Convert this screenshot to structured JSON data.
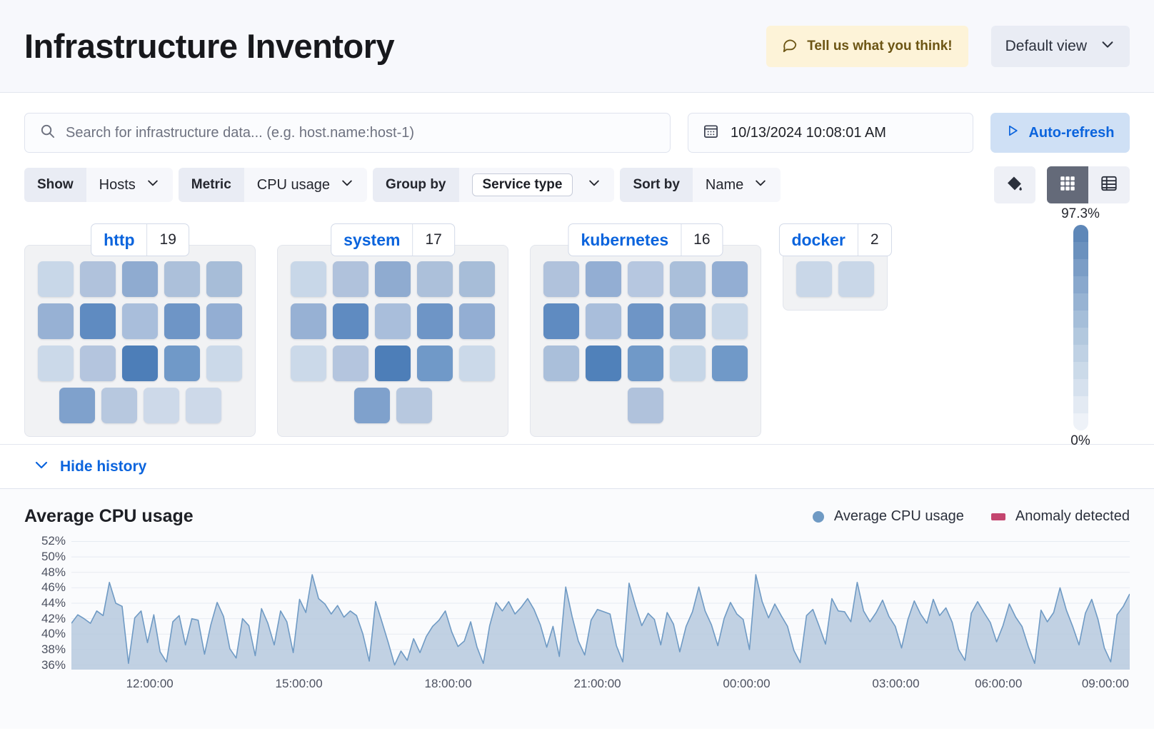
{
  "header": {
    "title": "Infrastructure Inventory",
    "feedback_label": "Tell us what you think!",
    "feedback_icon": "comment-icon",
    "view_label": "Default view",
    "view_icon": "chevron-down-icon"
  },
  "search": {
    "placeholder": "Search for infrastructure data... (e.g. host.name:host-1)",
    "value": "",
    "icon": "search-icon"
  },
  "datepicker": {
    "value": "10/13/2024 10:08:01 AM",
    "icon": "calendar-icon"
  },
  "refresh": {
    "label": "Auto-refresh",
    "icon": "play-icon"
  },
  "controls": [
    {
      "label": "Show",
      "value": "Hosts",
      "boxed": false
    },
    {
      "label": "Metric",
      "value": "CPU usage",
      "boxed": false
    },
    {
      "label": "Group by",
      "value": "Service type",
      "boxed": true
    },
    {
      "label": "Sort by",
      "value": "Name",
      "boxed": false
    }
  ],
  "toolbar_right": {
    "palette_icon": "color-fill-icon",
    "grid_view_icon": "grid-view-icon",
    "table_view_icon": "table-view-icon",
    "active_view": "grid"
  },
  "legend_scale": {
    "max": "97.3%",
    "min": "0%",
    "steps": [
      "#5e87b8",
      "#6b91be",
      "#7b9dc6",
      "#89a8cd",
      "#97b3d3",
      "#a5bed9",
      "#b2c8de",
      "#bfd1e4",
      "#cbdae9",
      "#d6e1ee",
      "#e3eaf3",
      "#eef2f8"
    ]
  },
  "groups": [
    {
      "name": "http",
      "count": "19",
      "rows": [
        [
          "#c8d7e8",
          "#b0c2dc",
          "#8fabd0",
          "#acc0da",
          "#a7bdd8"
        ],
        [
          "#97b1d4",
          "#5f8bc1",
          "#a9bedb",
          "#6e95c6",
          "#93aed3"
        ],
        [
          "#cbd9e9",
          "#b4c5de",
          "#4d7eb8",
          "#7099c8",
          "#cbd9e9"
        ],
        [
          "#7fa1cc",
          "#b7c8df",
          "#cdd9e9",
          "#cdd9e9"
        ]
      ]
    },
    {
      "name": "system",
      "count": "17",
      "rows": [
        [
          "#c8d7e8",
          "#b0c2dc",
          "#8fabd0",
          "#acc0da",
          "#a7bdd8"
        ],
        [
          "#97b1d4",
          "#5f8bc1",
          "#a9bedb",
          "#6e95c6",
          "#93aed3"
        ],
        [
          "#cbd9e9",
          "#b4c5de",
          "#4d7eb8",
          "#7099c8",
          "#cbd9e9"
        ],
        [
          "#7fa1cc",
          "#b7c8df"
        ]
      ]
    },
    {
      "name": "kubernetes",
      "count": "16",
      "rows": [
        [
          "#b0c2dc",
          "#93aed3",
          "#b6c7e0",
          "#aabfda",
          "#93aed3"
        ],
        [
          "#5f8bc1",
          "#a9bedb",
          "#6e95c6",
          "#8aa8ce",
          "#c8d7e8"
        ],
        [
          "#aabfda",
          "#5081ba",
          "#7099c8",
          "#c6d6e7",
          "#7099c8"
        ],
        [
          "#b0c2dc"
        ]
      ]
    },
    {
      "name": "docker",
      "count": "2",
      "rows": [
        [
          "#c9d7e8",
          "#c9d7e8"
        ]
      ]
    }
  ],
  "hide_history": {
    "label": "Hide history",
    "icon": "chevron-down-icon"
  },
  "chart_data": {
    "type": "area",
    "title": "Average CPU usage",
    "xlabel": "",
    "ylabel": "",
    "ylim": [
      35,
      53
    ],
    "grid": true,
    "legend_position": "top-right",
    "legend": [
      {
        "name": "Average CPU usage",
        "color": "#6f9ac4",
        "marker": "circle"
      },
      {
        "name": "Anomaly detected",
        "color": "#c4456f",
        "marker": "square"
      }
    ],
    "ytick_labels": [
      "52%",
      "50%",
      "48%",
      "46%",
      "44%",
      "42%",
      "40%",
      "38%",
      "36%"
    ],
    "ytick_values": [
      52,
      50,
      48,
      46,
      44,
      42,
      40,
      38,
      36
    ],
    "xtick_labels": [
      "12:00:00",
      "15:00:00",
      "18:00:00",
      "21:00:00",
      "00:00:00",
      "03:00:00",
      "06:00:00",
      "09:00:00"
    ],
    "xtick_positions": [
      0.074,
      0.215,
      0.356,
      0.497,
      0.638,
      0.779,
      0.876,
      0.977
    ],
    "series": [
      {
        "name": "Average CPU usage",
        "color": "#6f9ac4",
        "fill": "#b6c9de",
        "values": [
          41.4,
          42.5,
          42.0,
          41.4,
          43.0,
          42.4,
          46.7,
          44.0,
          43.6,
          36.2,
          42.1,
          43.0,
          38.9,
          42.5,
          37.7,
          36.4,
          41.6,
          42.4,
          38.6,
          42.0,
          41.8,
          37.4,
          41.2,
          44.1,
          42.3,
          38.1,
          36.9,
          42.0,
          41.1,
          37.2,
          43.3,
          41.4,
          38.6,
          43.0,
          41.6,
          37.6,
          44.5,
          42.8,
          47.7,
          44.6,
          43.9,
          42.6,
          43.7,
          42.2,
          43.0,
          42.4,
          40.0,
          36.5,
          44.2,
          41.6,
          38.9,
          36.0,
          37.8,
          36.6,
          39.4,
          37.6,
          39.7,
          41.0,
          41.8,
          43.0,
          40.3,
          38.4,
          39.1,
          41.6,
          38.3,
          36.2,
          41.1,
          44.1,
          43.0,
          44.2,
          42.6,
          43.5,
          44.6,
          43.2,
          41.2,
          38.3,
          41.0,
          37.1,
          46.1,
          42.3,
          39.1,
          37.3,
          41.8,
          43.2,
          42.9,
          42.6,
          38.5,
          36.4,
          46.6,
          43.7,
          41.1,
          42.7,
          41.9,
          38.6,
          42.8,
          41.3,
          37.7,
          41.0,
          42.9,
          46.1,
          43.0,
          41.2,
          38.5,
          42.0,
          44.1,
          42.6,
          41.9,
          38.0,
          47.7,
          44.2,
          42.1,
          43.9,
          42.4,
          41.0,
          37.9,
          36.3,
          42.4,
          43.2,
          41.0,
          38.7,
          44.6,
          43.0,
          42.9,
          41.6,
          46.7,
          43.0,
          41.6,
          42.8,
          44.4,
          42.3,
          41.0,
          38.2,
          41.9,
          44.3,
          42.6,
          41.4,
          44.5,
          42.4,
          43.4,
          41.5,
          38.0,
          36.6,
          42.7,
          44.2,
          42.8,
          41.5,
          39.0,
          41.1,
          43.9,
          42.2,
          41.0,
          38.4,
          36.2,
          43.1,
          41.6,
          42.8,
          46.0,
          43.1,
          41.0,
          38.6,
          42.7,
          44.5,
          41.9,
          38.2,
          36.4,
          42.5,
          43.6,
          45.2
        ]
      }
    ]
  }
}
